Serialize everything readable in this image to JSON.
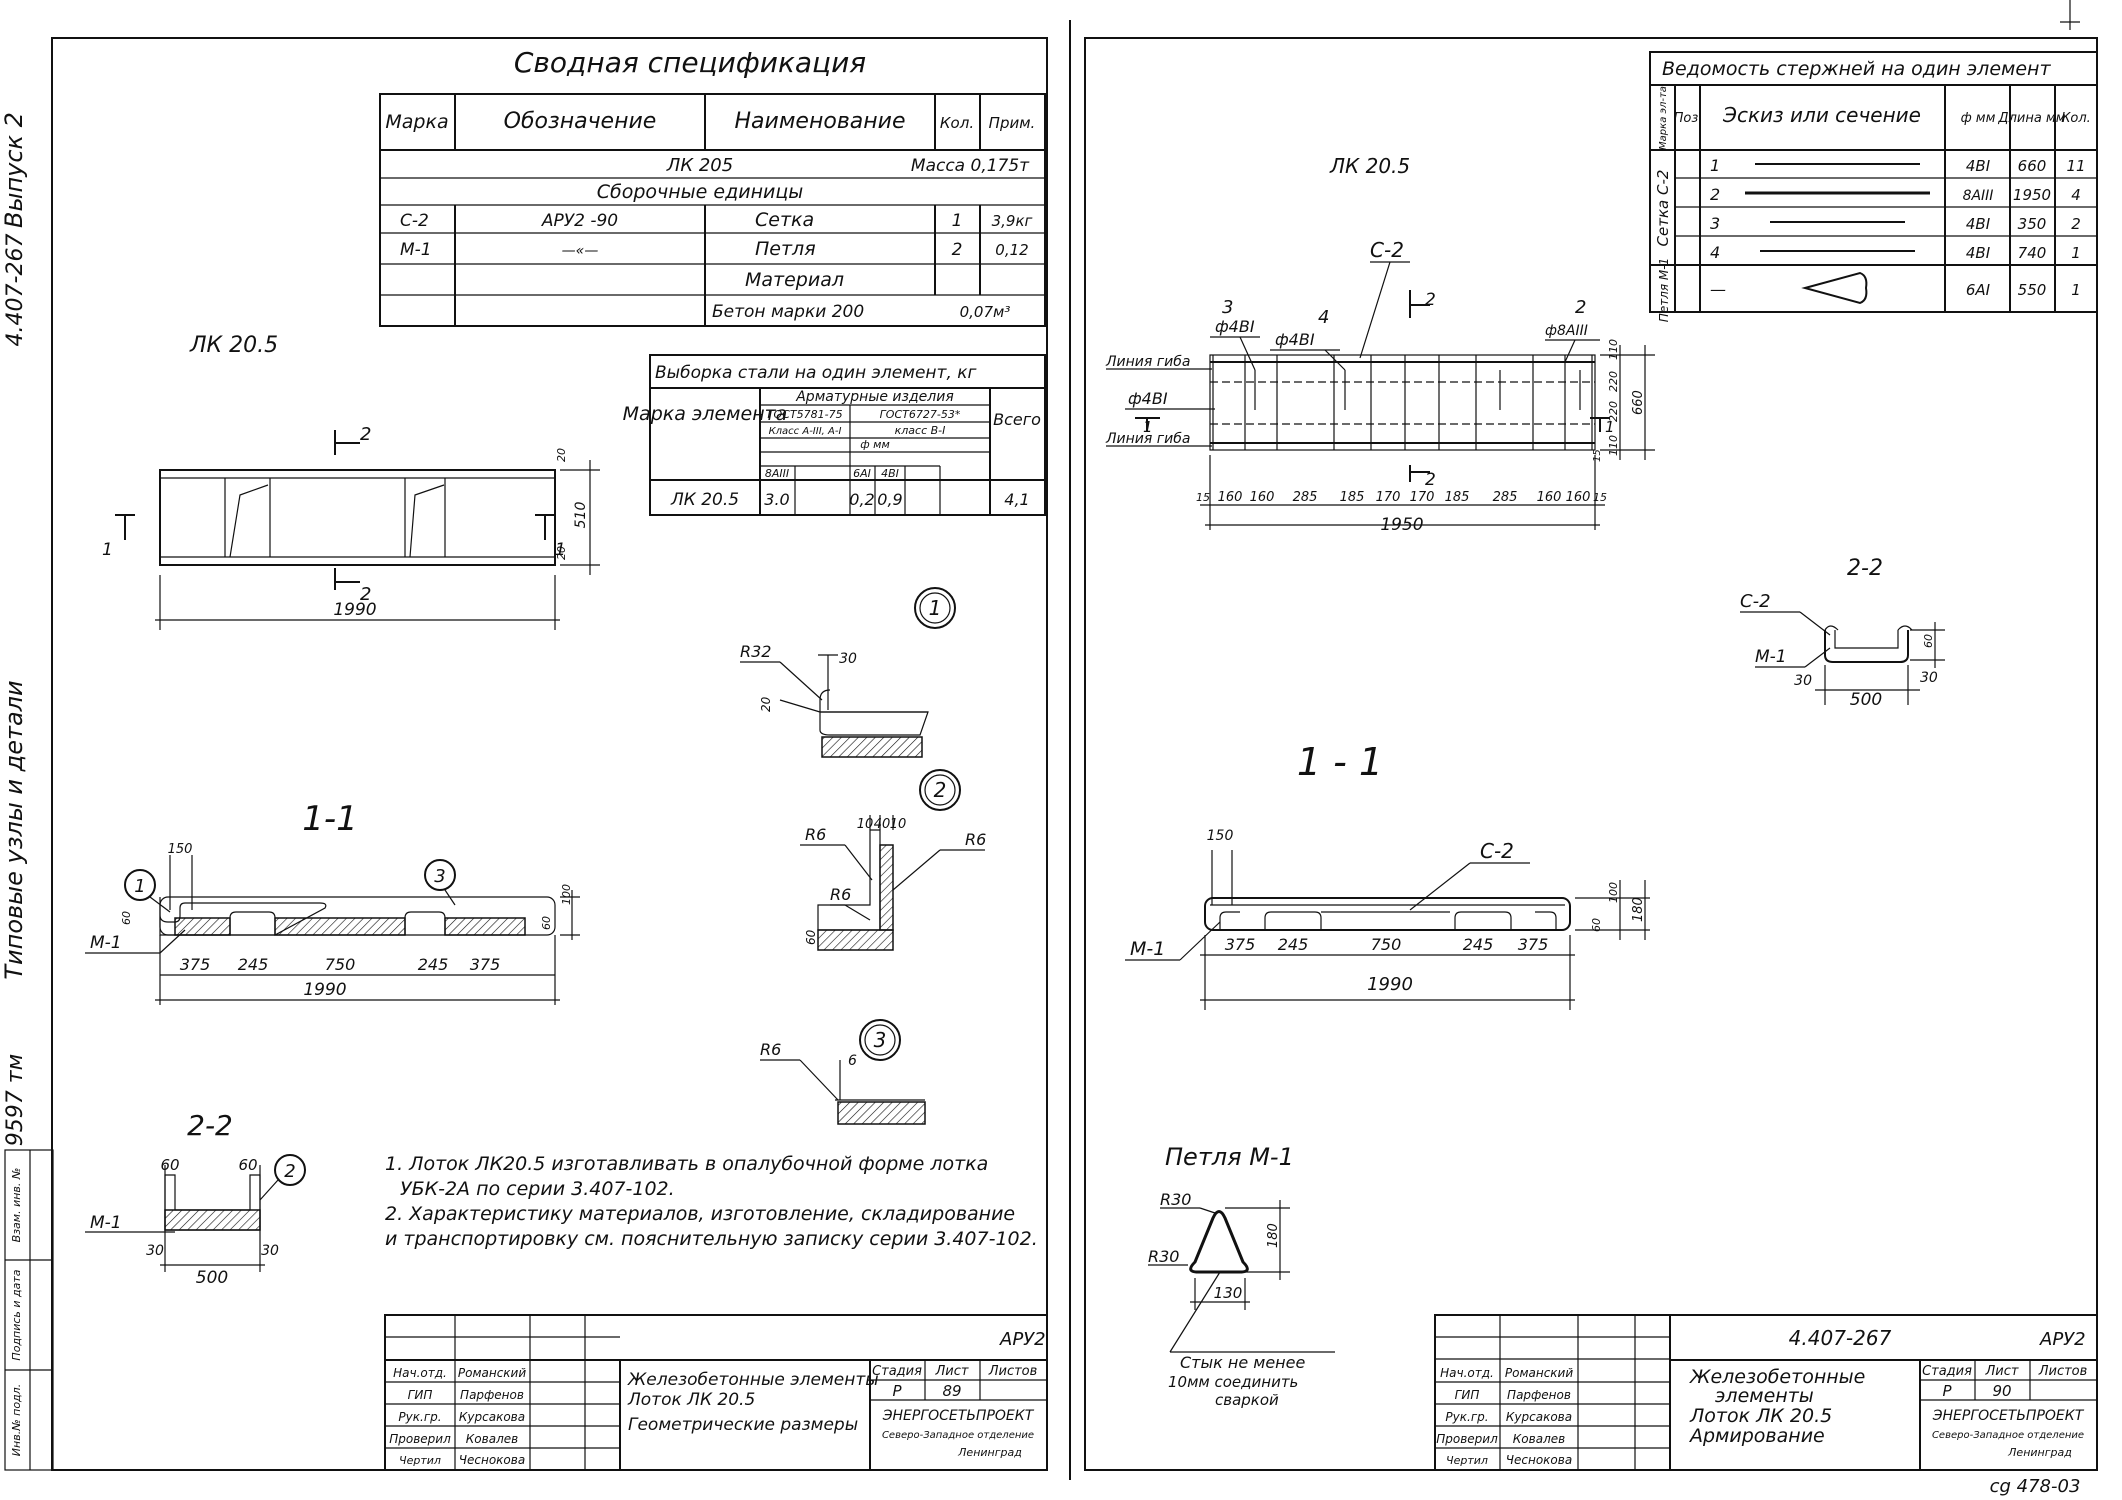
{
  "margin": {
    "title": "4.407-267",
    "series": "Выпуск 2",
    "subject": "Типовые узлы и детали",
    "code": "9597 тм",
    "stamp_labels": [
      "Инв.№ подл.",
      "Подпись и дата",
      "Взам. инв. №"
    ]
  },
  "left": {
    "spec": {
      "title": "Сводная спецификация",
      "headers": [
        "Марка",
        "Обозначение",
        "Наименование",
        "Кол.",
        "Прим."
      ],
      "element": "ЛК 205",
      "mass": "Масса 0,175т",
      "section": "Сборочные единицы",
      "rows": [
        [
          "С-2",
          "АРУ2 -90",
          "Сетка",
          "1",
          "3,9кг"
        ],
        [
          "М-1",
          "—«—",
          "Петля",
          "2",
          "0,12"
        ],
        [
          "",
          "",
          "Материал",
          "",
          ""
        ],
        [
          "",
          "",
          "Бетон марки 200",
          "",
          "0,07м³"
        ]
      ]
    },
    "steel": {
      "title": "Выборка стали на один элемент, кг",
      "col_mark": "Марка элемента",
      "group": "Арматурные изделия",
      "gost1": "ГОСТ5781-75",
      "gost2": "ГОСТ6727-53*",
      "cls1": "Класс А-III, А-I",
      "cls2": "класс В-I",
      "dia": "ф мм",
      "sub": [
        "8АIII",
        "6АI",
        "4ВI"
      ],
      "total": "Всего",
      "row": [
        "ЛК 20.5",
        "3.0",
        "0,2",
        "0,9",
        "4,1"
      ]
    },
    "plan_title": "ЛК 20.5",
    "plan_dims": {
      "len": "1990",
      "w": "510",
      "d1": "20",
      "d2": "20",
      "cut1": "1",
      "cut2": "2"
    },
    "sec11_title": "1-1",
    "sec11_dims": [
      "375",
      "245",
      "750",
      "245",
      "375",
      "1990",
      "150",
      "60",
      "100",
      "60"
    ],
    "m1": "М-1",
    "sec22_title": "2-2",
    "sec22_dims": [
      "60",
      "60",
      "30",
      "30",
      "500"
    ],
    "details": [
      {
        "num": "1",
        "labels": [
          "R32",
          "30",
          "20"
        ]
      },
      {
        "num": "2",
        "labels": [
          "10",
          "40",
          "10",
          "R6",
          "R6",
          "R6",
          "60"
        ]
      },
      {
        "num": "3",
        "labels": [
          "R6",
          "6"
        ]
      }
    ],
    "notes": [
      "1. Лоток ЛК20.5 изготавливать в опалубочной форме лотка",
      "УБК-2А по серии 3.407-102.",
      "2. Характеристику материалов, изготовление, складирование",
      "и транспортировку см. пояснительную записку серии 3.407-102."
    ],
    "stamp": {
      "doc": "АРУ2",
      "title": [
        "Железобетонные элементы",
        "Лоток ЛК 20.5",
        "Геометрические размеры"
      ],
      "stage_h": [
        "Стадия",
        "Лист",
        "Листов"
      ],
      "stage_v": [
        "Р",
        "89",
        ""
      ],
      "org": [
        "ЭНЕРГОСЕТЬПРОЕКТ",
        "Северо-Западное отделение",
        "Ленинград"
      ],
      "people": [
        [
          "Нач.отд.",
          "Романский"
        ],
        [
          "ГИП",
          "Парфенов"
        ],
        [
          "Рук.гр.",
          "Курсакова"
        ],
        [
          "Проверил",
          "Ковалев"
        ],
        [
          "Чертил",
          "Чеснокова"
        ]
      ]
    }
  },
  "right": {
    "bars": {
      "title": "Ведомость стержней на один элемент",
      "headers": [
        "Марка эл-та",
        "Поз.",
        "Эскиз или сечение",
        "ф мм",
        "Длина мм",
        "Кол."
      ],
      "group1": "Сетка С-2",
      "group2": "Петля М-1",
      "rows": [
        [
          "1",
          "4ВI",
          "660",
          "11"
        ],
        [
          "2",
          "8АIII",
          "1950",
          "4"
        ],
        [
          "3",
          "4ВI",
          "350",
          "2"
        ],
        [
          "4",
          "4ВI",
          "740",
          "1"
        ],
        [
          "—",
          "6АI",
          "550",
          "1"
        ]
      ]
    },
    "mesh_title": "ЛК 20.5",
    "mesh_labels": {
      "c2": "С-2",
      "p3": "3",
      "p4": "4",
      "p2": "2",
      "d3": "ф4ВI",
      "d4": "ф4ВI",
      "d2": "ф8АIII",
      "d1": "ф4ВI",
      "bend1": "Линия гиба",
      "bend2": "Линия гиба",
      "cut1": "1",
      "cut2": "2"
    },
    "mesh_dims_bottom": [
      "15",
      "160",
      "160",
      "285",
      "185",
      "170",
      "170",
      "185",
      "285",
      "160",
      "160",
      "15"
    ],
    "mesh_total": "1950",
    "mesh_dims_right": [
      "110",
      "220",
      "220",
      "110",
      "660",
      "15"
    ],
    "sec22_title": "2-2",
    "sec22_labels": [
      "С-2",
      "М-1",
      "30",
      "30",
      "500",
      "60"
    ],
    "sec11_title": "1 - 1",
    "sec11_labels": [
      "С-2",
      "М-1",
      "150",
      "375",
      "245",
      "750",
      "245",
      "375",
      "1990",
      "100",
      "60",
      "180"
    ],
    "loop_title": "Петля М-1",
    "loop_labels": [
      "R30",
      "R30",
      "130",
      "180"
    ],
    "loop_note": [
      "Стык не менее",
      "10мм соединить",
      "сваркой"
    ],
    "stamp": {
      "doc": "4.407-267",
      "code": "АРУ2",
      "title": [
        "Железобетонные",
        "элементы",
        "Лоток ЛК 20.5",
        "Армирование"
      ],
      "stage_h": [
        "Стадия",
        "Лист",
        "Листов"
      ],
      "stage_v": [
        "Р",
        "90",
        ""
      ],
      "org": [
        "ЭНЕРГОСЕТЬПРОЕКТ",
        "Северо-Западное отделение",
        "Ленинград"
      ],
      "people": [
        [
          "Нач.отд.",
          "Романский"
        ],
        [
          "ГИП",
          "Парфенов"
        ],
        [
          "Рук.гр.",
          "Курсакова"
        ],
        [
          "Проверил",
          "Ковалев"
        ],
        [
          "Чертил",
          "Чеснокова"
        ]
      ]
    },
    "footer": "сg 478-03"
  }
}
